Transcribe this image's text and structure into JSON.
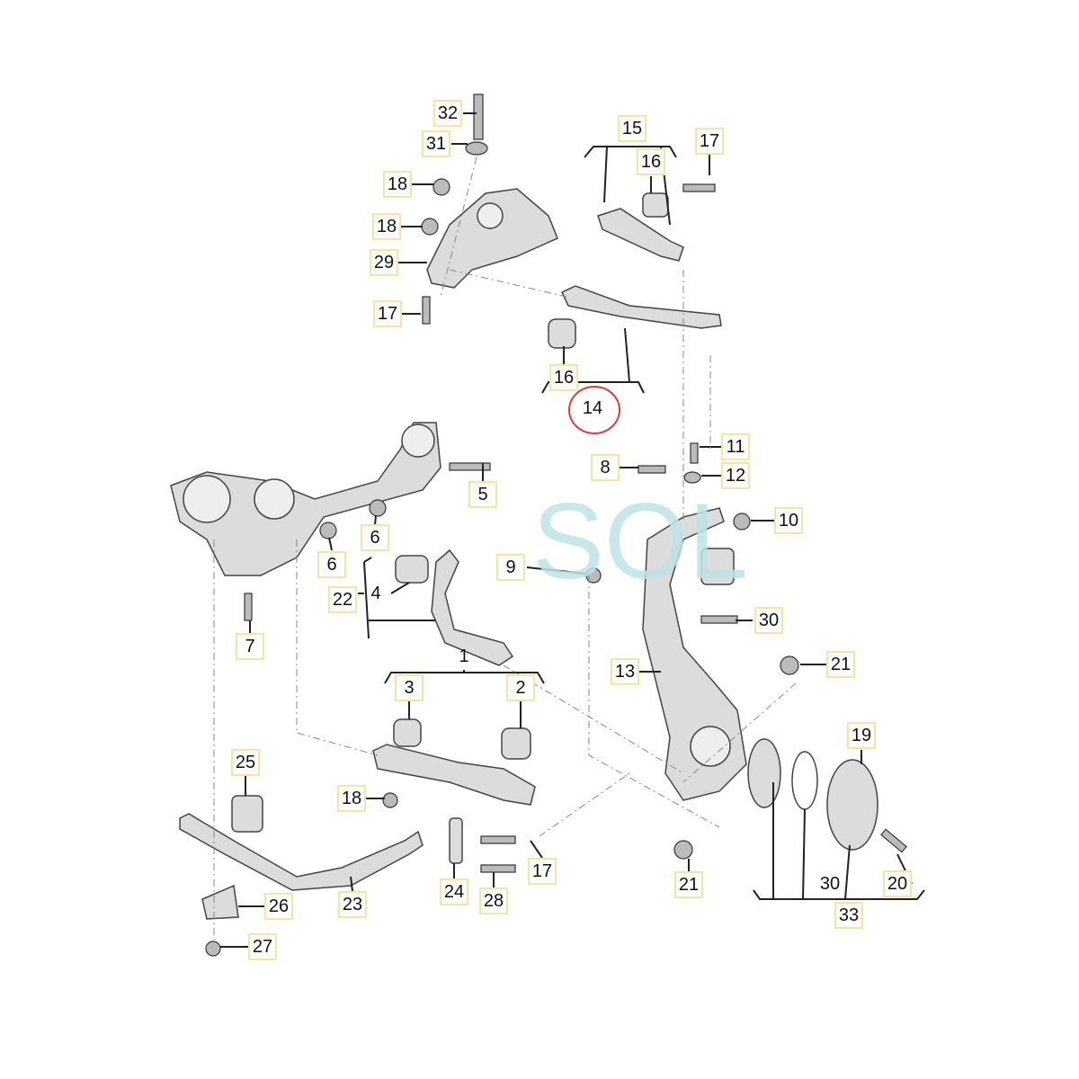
{
  "watermark": "SOL",
  "highlighted_part": "14",
  "labels": {
    "l32": "32",
    "l31": "31",
    "l15": "15",
    "l17a": "17",
    "l16a": "16",
    "l18a": "18",
    "l18b": "18",
    "l29": "29",
    "l17b": "17",
    "l16b": "16",
    "l14": "14",
    "l11": "11",
    "l8": "8",
    "l12": "12",
    "l5": "5",
    "l6a": "6",
    "l10": "10",
    "l6b": "6",
    "l9": "9",
    "l22": "22",
    "l4": "4",
    "l30a": "30",
    "l7": "7",
    "l21a": "21",
    "l1": "1",
    "l13": "13",
    "l3": "3",
    "l2": "2",
    "l19": "19",
    "l25": "25",
    "l18c": "18",
    "l17c": "17",
    "l21b": "21",
    "l30b": "30",
    "l20": "20",
    "l24": "24",
    "l23": "23",
    "l26": "26",
    "l28": "28",
    "l33": "33",
    "l27": "27"
  },
  "colors": {
    "label_border": "#f6e3a6",
    "highlight": "#e23a3a",
    "part": "#d9d9d9",
    "watermark": "#bfe3e6"
  }
}
